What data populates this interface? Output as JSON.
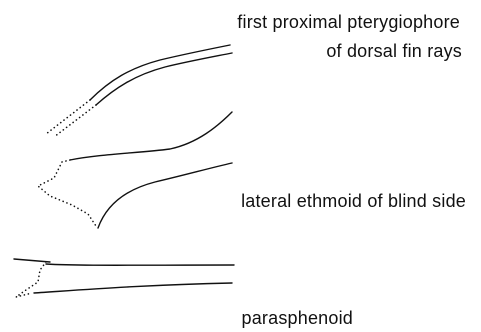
{
  "diagram": {
    "labels": {
      "pterygiophore_line1": "first proximal pterygiophore",
      "pterygiophore_line2": "of dorsal fin rays",
      "ethmoid": "lateral ethmoid of blind side",
      "parasphenoid": "parasphenoid"
    },
    "parts": [
      {
        "id": "first-proximal-pterygiophore",
        "outline": "solid",
        "broken_end": "dotted"
      },
      {
        "id": "lateral-ethmoid-blind-side",
        "outline": "solid",
        "broken_end": "dotted"
      },
      {
        "id": "parasphenoid",
        "outline": "solid",
        "broken_end": "dotted"
      }
    ],
    "ink_color": "#111111",
    "background_color": "#ffffff"
  }
}
